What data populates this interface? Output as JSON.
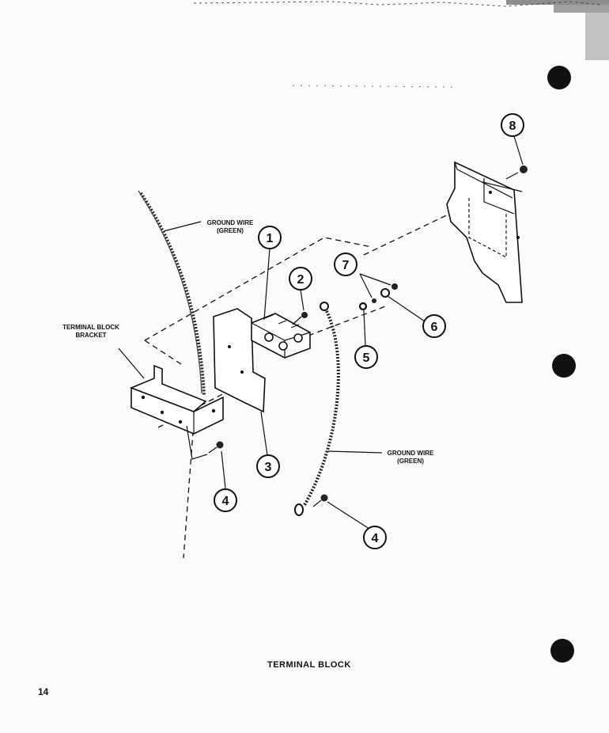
{
  "labels": {
    "ground_wire_top": [
      "GROUND WIRE",
      "(GREEN)"
    ],
    "ground_wire_right": [
      "GROUND WIRE",
      "(GREEN)"
    ],
    "terminal_block_bracket": [
      "TERMINAL BLOCK",
      "BRACKET"
    ]
  },
  "callouts": [
    {
      "id": "1",
      "text": "1"
    },
    {
      "id": "2",
      "text": "2"
    },
    {
      "id": "3",
      "text": "3"
    },
    {
      "id": "4a",
      "text": "4"
    },
    {
      "id": "4b",
      "text": "4"
    },
    {
      "id": "5",
      "text": "5"
    },
    {
      "id": "6",
      "text": "6"
    },
    {
      "id": "7",
      "text": "7"
    },
    {
      "id": "8",
      "text": "8"
    }
  ],
  "caption": "TERMINAL BLOCK",
  "page_number": "14"
}
